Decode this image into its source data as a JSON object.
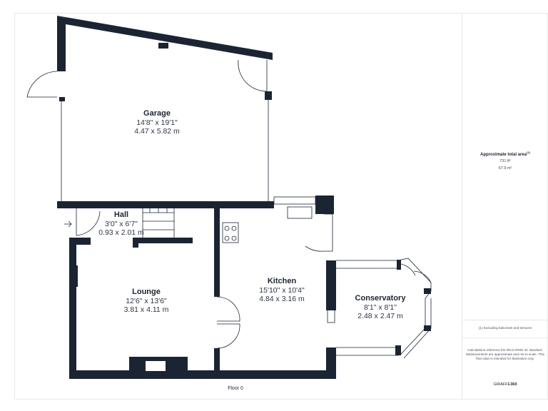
{
  "floor_label": "Floor 0",
  "rooms": [
    {
      "name": "Garage",
      "imperial": "14'8\" x 19'1\"",
      "metric": "4.47 x 5.82 m"
    },
    {
      "name": "Hall",
      "imperial": "3'0\" x 6'7\"",
      "metric": "0.93 x 2.01 m"
    },
    {
      "name": "Lounge",
      "imperial": "12'6\" x 13'6\"",
      "metric": "3.81 x 4.11 m"
    },
    {
      "name": "Kitchen",
      "imperial": "15'10\" x 10'4\"",
      "metric": "4.84 x 3.16 m"
    },
    {
      "name": "Conservatory",
      "imperial": "8'1\" x 8'1\"",
      "metric": "2.48 x 2.47 m"
    }
  ],
  "summary": {
    "title": "Approximate total area",
    "footnote_mark": "(1)",
    "sqft": "731 ft²",
    "sqm": "67.9 m²"
  },
  "notes": {
    "balconies": "(1) Excluding balconies and terraces",
    "disclaimer": "Calculations reference the RICS IPMS 3C standard. Measurements are approximate and not to scale. This floor plan is intended for illustration only."
  },
  "brand": {
    "prefix": "GIRAFFE",
    "suffix": "360"
  },
  "colors": {
    "wall": "#1b2433",
    "border": "#e6e8ec",
    "text": "#1b2433"
  }
}
